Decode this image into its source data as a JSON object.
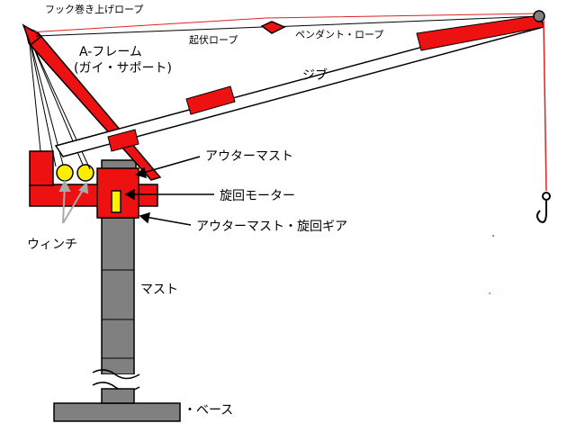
{
  "labels": {
    "hook_hoist_rope": "フック巻き上げロープ",
    "luffing_rope": "起伏ロープ",
    "pendant_rope": "ペンダント・ロープ",
    "a_frame_line1": "A-フレーム",
    "a_frame_line2": "(ガイ・サポート)",
    "jib": "ジブ",
    "outer_mast": "アウターマスト",
    "slewing_motor": "旋回モーター",
    "outer_mast_slewing_gear": "アウターマスト・旋回ギア",
    "winch": "ウィンチ",
    "mast": "マスト",
    "base": "・ベース"
  },
  "colors": {
    "crane_red": "#ee1111",
    "mast_gray": "#808080",
    "motor_yellow": "#ffee00",
    "rope_red": "#dd2222",
    "outline": "#000000"
  }
}
